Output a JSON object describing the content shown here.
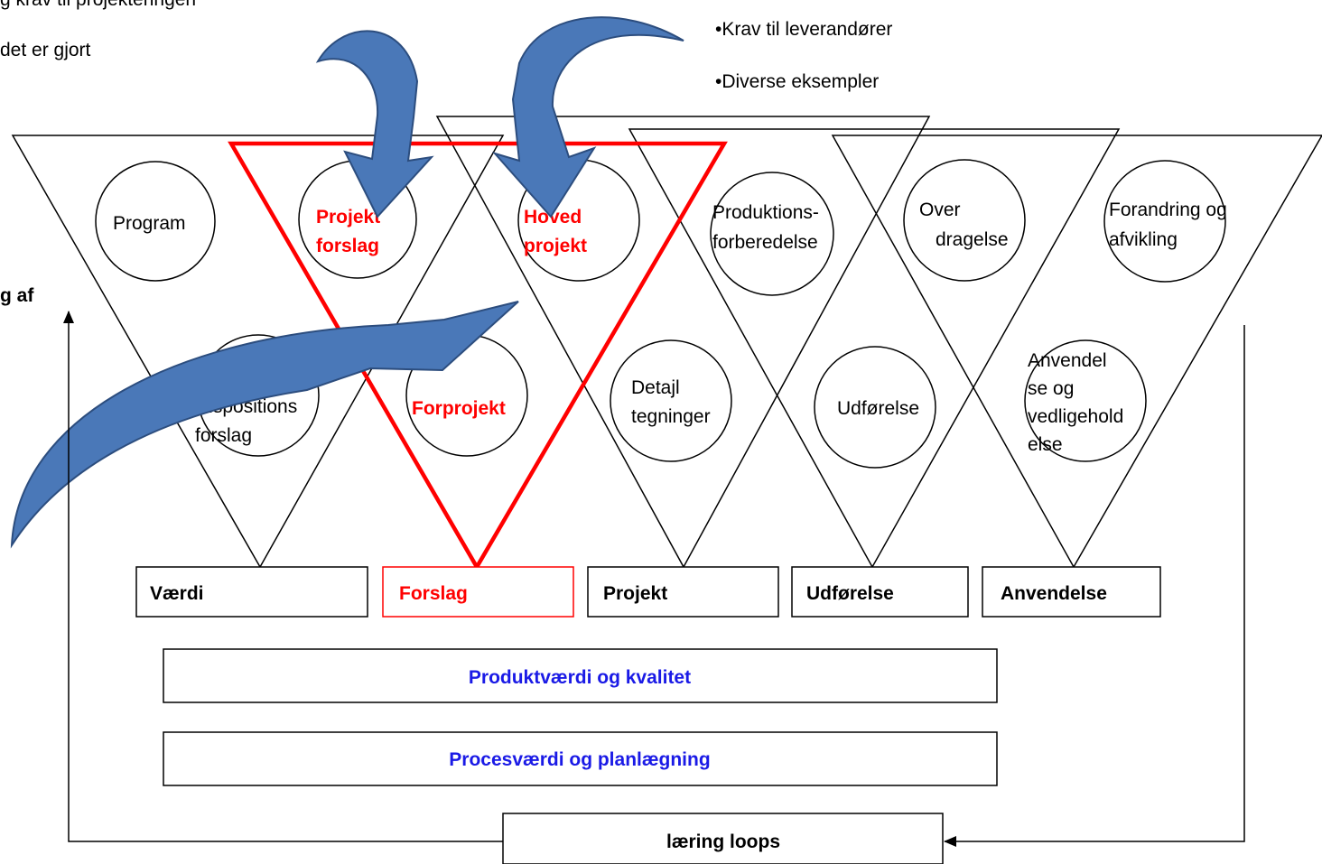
{
  "top_left": {
    "line1": "g krav til projekteringen",
    "line2": "det er gjort",
    "side_fragment": "g af"
  },
  "top_right": {
    "bullet1": "•Krav til leverandører",
    "bullet2": "•Diverse eksempler"
  },
  "circles": {
    "program": [
      "Program"
    ],
    "projekt_forslag": [
      "Projekt",
      "forslag"
    ],
    "hoved_projekt": [
      "Hoved",
      "projekt"
    ],
    "produktions": [
      "Produktions-",
      "forberedelse"
    ],
    "over_dragelse": [
      "Over",
      "dragelse"
    ],
    "forandring": [
      "Forandring og",
      "afvikling"
    ],
    "dispositions": [
      "Dispositions",
      "forslag"
    ],
    "forprojekt": [
      "Forprojekt"
    ],
    "detalj": [
      "Detajl",
      "tegninger"
    ],
    "udforelse": [
      "Udførelse"
    ],
    "anvendelse": [
      "Anvendel",
      "se og",
      "vedligehold",
      "else"
    ]
  },
  "phases": [
    "Værdi",
    "Forslag",
    "Projekt",
    "Udførelse",
    "Anvendelse"
  ],
  "bars": {
    "produkt": "Produktværdi og kvalitet",
    "proces": "Procesværdi og planlægning"
  },
  "loop_label": "læring loops",
  "colors": {
    "highlight": "#ff0000",
    "bar_text": "#1a1ae6",
    "arrow_fill": "#4a78b8"
  }
}
